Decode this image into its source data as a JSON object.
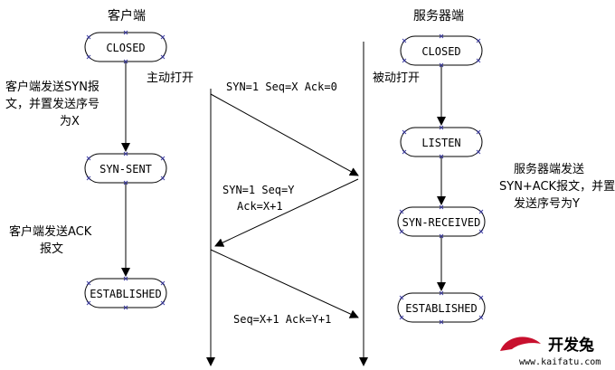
{
  "client": {
    "title": "客户端",
    "states": [
      "CLOSED",
      "SYN-SENT",
      "ESTABLISHED"
    ],
    "note_syn": [
      "客户端发送SYN报",
      "文，并置发送序号",
      "为X"
    ],
    "note_ack": [
      "客户端发送ACK",
      "报文"
    ]
  },
  "server": {
    "title": "服务器端",
    "states": [
      "CLOSED",
      "LISTEN",
      "SYN-RECEIVED",
      "ESTABLISHED"
    ],
    "note_synack": [
      "服务器端发送",
      "SYN+ACK报文，并置",
      "发送序号为Y"
    ]
  },
  "timeline": {
    "active_open": "主动打开",
    "passive_open": "被动打开"
  },
  "messages": {
    "syn": "SYN=1  Seq=X  Ack=0",
    "synack_line1": "SYN=1  Seq=Y",
    "synack_line2": "Ack=X+1",
    "ack": "Seq=X+1  Ack=Y+1"
  },
  "watermark": {
    "site": "www.kaifatu.com",
    "brand": "开发兔"
  },
  "colors": {
    "handle": "#3a3aa0",
    "watermark": "#c8102e"
  }
}
